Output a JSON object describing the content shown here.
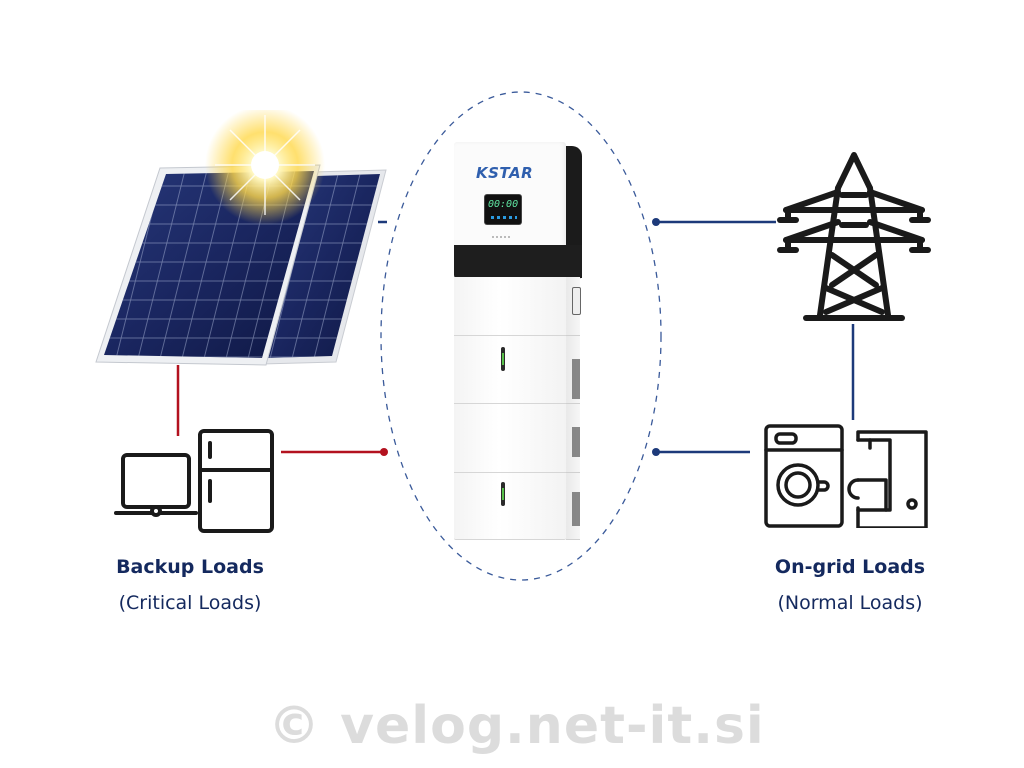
{
  "diagram": {
    "type": "hybrid energy storage system topology",
    "nodes": {
      "solar": {
        "icon": "solar-panel-icon",
        "label": ""
      },
      "inverter": {
        "brand": "KSTAR",
        "display_time": "00:00",
        "icon": "hybrid-inverter-icon"
      },
      "battery": {
        "modules": 3,
        "icon": "battery-stack-icon"
      },
      "grid": {
        "icon": "power-pylon-icon"
      },
      "backup_loads": {
        "title": "Backup Loads",
        "subtitle": "(Critical Loads)",
        "icons": [
          "laptop-icon",
          "refrigerator-icon"
        ]
      },
      "ongrid_loads": {
        "title": "On-grid Loads",
        "subtitle": "(Normal Loads)",
        "icons": [
          "washing-machine-icon",
          "coffee-machine-icon"
        ]
      }
    },
    "connections": [
      {
        "from": "solar",
        "to": "inverter",
        "color": "#1d3a7a"
      },
      {
        "from": "solar",
        "to": "backup_loads",
        "color": "#b3121f"
      },
      {
        "from": "backup_loads",
        "to": "inverter",
        "color": "#b3121f"
      },
      {
        "from": "inverter",
        "to": "grid",
        "color": "#1d3a7a"
      },
      {
        "from": "grid",
        "to": "ongrid_loads",
        "color": "#1d3a7a"
      },
      {
        "from": "inverter",
        "to": "ongrid_loads",
        "color": "#1d3a7a"
      }
    ],
    "colors": {
      "backup_line": "#b3121f",
      "grid_line": "#1d3a7a",
      "label_text": "#14295e",
      "dashed_boundary": "#3a5a9a",
      "watermark": "#dcdcdc"
    }
  },
  "watermark": "© velog.net-it.si"
}
